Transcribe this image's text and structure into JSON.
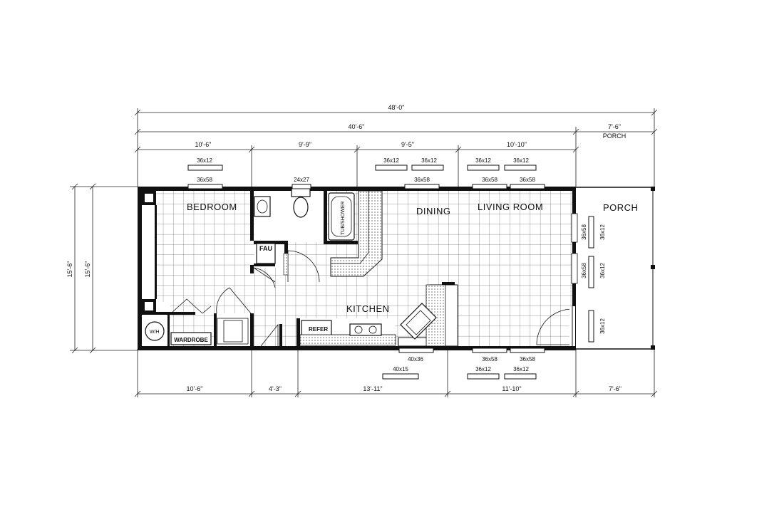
{
  "rooms": {
    "bedroom": "BEDROOM",
    "dining": "DINING",
    "living_room": "LIVING ROOM",
    "porch": "PORCH",
    "kitchen": "KITCHEN"
  },
  "fixtures": {
    "fau": "FAU",
    "wh": "W/H",
    "wardrobe": "WARDROBE",
    "refer": "REFER",
    "tub_shower": "TUB/SHOWER"
  },
  "dimensions": {
    "overall": "48'-0\"",
    "main": "40'-6\"",
    "porch": "7'-6\"",
    "porch_label": "PORCH",
    "top_segments": [
      "10'-6\"",
      "9'-9\"",
      "9'-5\"",
      "10'-10\""
    ],
    "bottom_segments": [
      "10'-6\"",
      "4'-3\"",
      "13'-11\"",
      "11'-10\"",
      "7'-6\""
    ],
    "depth_outer": "15'-6\"",
    "depth_inner": "15'-6\""
  },
  "windows": {
    "top_upper": [
      "36x12",
      "36x12",
      "36x12",
      "36x12",
      "36x12"
    ],
    "top_wall": [
      "36x58",
      "24x27",
      "36x58",
      "36x58",
      "36x58"
    ],
    "bottom_wall": [
      "40x36",
      "36x58",
      "36x58"
    ],
    "bottom_lower": [
      "40x15",
      "36x12",
      "36x12"
    ],
    "porch_wall": [
      "36x58",
      "36x58"
    ],
    "porch_upper": [
      "36x12",
      "36x12",
      "36x12"
    ]
  }
}
